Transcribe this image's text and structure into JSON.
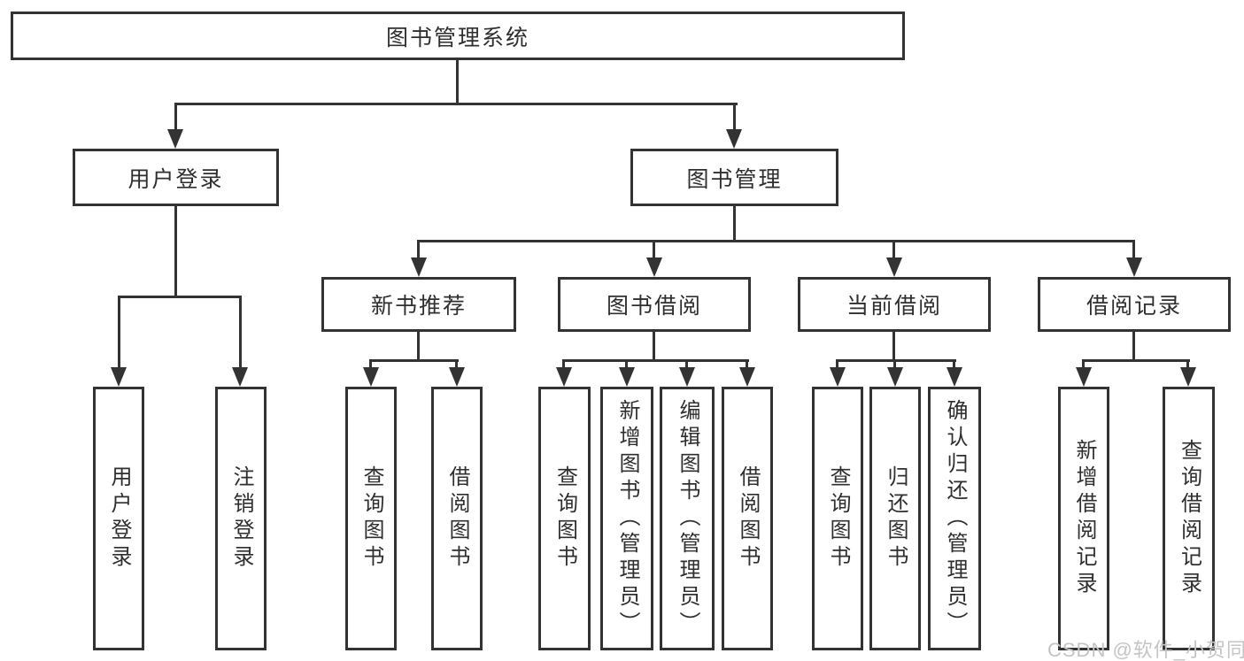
{
  "tree": {
    "label": "图书管理系统",
    "children": [
      {
        "label": "用户登录",
        "leaves": [
          "用户登录",
          "注销登录"
        ]
      },
      {
        "label": "图书管理",
        "children": [
          {
            "label": "新书推荐",
            "leaves": [
              "查询图书",
              "借阅图书"
            ]
          },
          {
            "label": "图书借阅",
            "leaves": [
              "查询图书",
              "新增图书（管理员）",
              "编辑图书（管理员）",
              "借阅图书"
            ]
          },
          {
            "label": "当前借阅",
            "leaves": [
              "查询图书",
              "归还图书",
              "确认归还（管理员）"
            ]
          },
          {
            "label": "借阅记录",
            "leaves": [
              "新增借阅记录",
              "查询借阅记录"
            ]
          }
        ]
      }
    ]
  },
  "watermark": "CSDN @软件_小贺同学",
  "colors": {
    "line": "#333333",
    "box_background": "#ffffff",
    "text": "#2f2f2f",
    "watermark": "#c4c4c4",
    "page_background": "#ffffff"
  }
}
